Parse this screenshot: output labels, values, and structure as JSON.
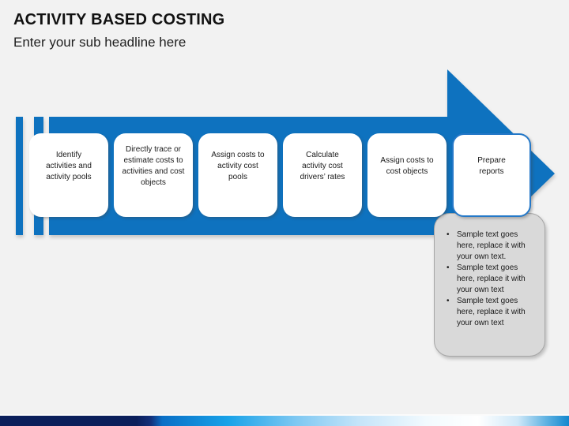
{
  "slide": {
    "title": "ACTIVITY BASED COSTING",
    "subtitle": "Enter your sub headline here"
  },
  "process": {
    "steps": [
      {
        "label": "Identify\nactivities and\nactivity pools"
      },
      {
        "label": "Directly trace or\nestimate costs to\nactivities and cost\nobjects"
      },
      {
        "label": "Assign costs to\nactivity cost\npools"
      },
      {
        "label": "Calculate\nactivity cost\ndrivers’ rates"
      },
      {
        "label": "Assign costs to\ncost objects"
      },
      {
        "label": "Prepare\nreports"
      }
    ]
  },
  "callout": {
    "bullet_char": "•",
    "bullets": [
      {
        "text": "Sample text goes\nhere, replace it with\nyour own text."
      },
      {
        "text": "Sample text goes\nhere, replace it with\nyour own text"
      },
      {
        "text": "Sample text goes\nhere, replace it with\nyour own text"
      }
    ]
  },
  "colors": {
    "arrow-blue": "#0E72BF",
    "box6-border": "#2478C8",
    "callout-fill": "#D9D9D9",
    "callout-border": "#A6A6A6",
    "bar-navy": "#0B1F5B",
    "bar-blue": "#18A2E8",
    "background": "#F2F2F2",
    "text": "#1A1A1A"
  }
}
